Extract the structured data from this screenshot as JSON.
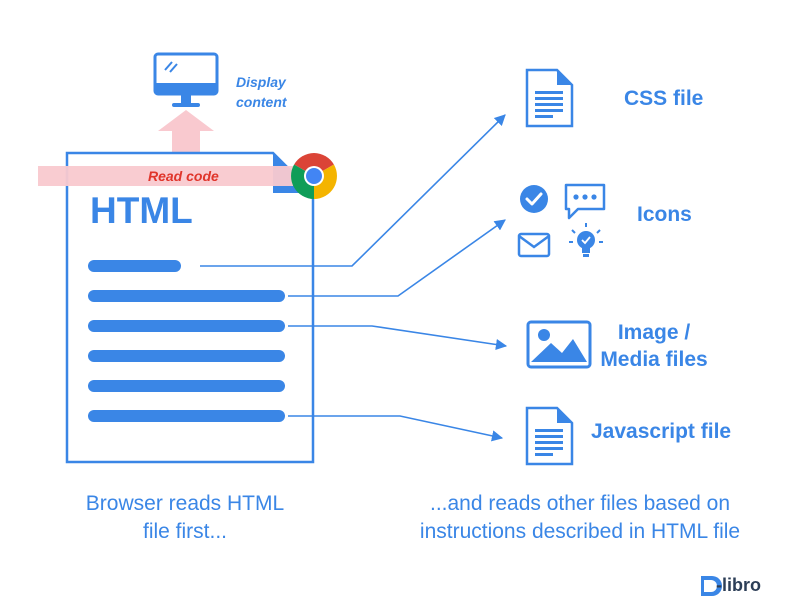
{
  "colors": {
    "primary": "#3a86e6",
    "arrow_pink": "#f9c9cf",
    "read_code_text": "#e0352b",
    "logo_dark": "#2c3e57"
  },
  "left": {
    "document_title": "HTML",
    "read_code_label": "Read code",
    "display_label_line1": "Display",
    "display_label_line2": "content",
    "caption_line1": "Browser reads HTML",
    "caption_line2": "file first...",
    "browser_icon": "chrome-icon",
    "monitor_icon": "monitor-icon"
  },
  "right": {
    "css_label": "CSS file",
    "icons_label": "Icons",
    "media_label_line1": "Image /",
    "media_label_line2": "Media files",
    "js_label": "Javascript file",
    "caption_line1": "...and reads other files based on",
    "caption_line2": "instructions described in HTML file"
  },
  "logo": {
    "prefix": "D",
    "text": "-libro"
  }
}
